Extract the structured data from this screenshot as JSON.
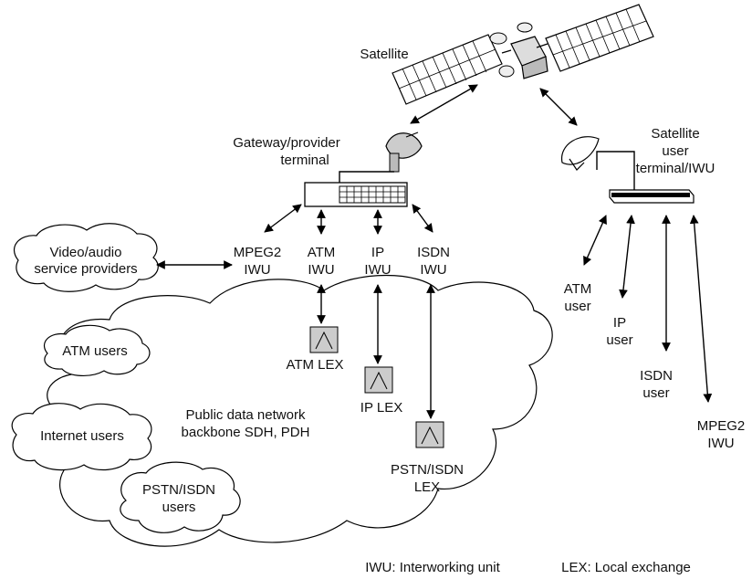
{
  "labels": {
    "satellite": "Satellite",
    "gateway_line1": "Gateway/provider",
    "gateway_line2": "terminal",
    "sat_user_line1": "Satellite",
    "sat_user_line2": "user",
    "sat_user_line3": "terminal/IWU",
    "video_line1": "Video/audio",
    "video_line2": "service providers",
    "mpeg2_iwu_line1": "MPEG2",
    "mpeg2_iwu_line2": "IWU",
    "atm_iwu_line1": "ATM",
    "atm_iwu_line2": "IWU",
    "ip_iwu_line1": "IP",
    "ip_iwu_line2": "IWU",
    "isdn_iwu_line1": "ISDN",
    "isdn_iwu_line2": "IWU",
    "atm_users": "ATM users",
    "internet_users": "Internet users",
    "pstn_users_line1": "PSTN/ISDN",
    "pstn_users_line2": "users",
    "atm_lex": "ATM LEX",
    "ip_lex": "IP LEX",
    "pstn_lex_line1": "PSTN/ISDN",
    "pstn_lex_line2": "LEX",
    "backbone_line1": "Public data network",
    "backbone_line2": "backbone SDH, PDH",
    "atm_user_line1": "ATM",
    "atm_user_line2": "user",
    "ip_user_line1": "IP",
    "ip_user_line2": "user",
    "isdn_user_line1": "ISDN",
    "isdn_user_line2": "user",
    "mpeg2_user_line1": "MPEG2",
    "mpeg2_user_line2": "IWU",
    "legend_iwu": "IWU: Interworking unit",
    "legend_lex": "LEX: Local exchange"
  }
}
